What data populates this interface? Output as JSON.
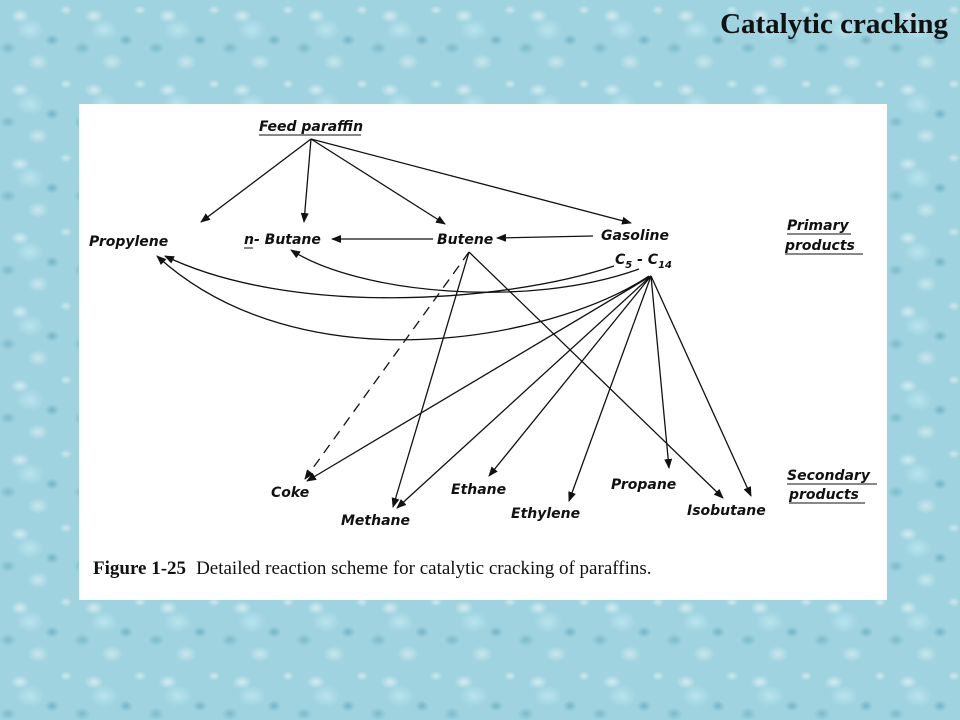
{
  "slide": {
    "title": "Catalytic cracking"
  },
  "figure": {
    "nodes": {
      "feed": "Feed paraffin",
      "propylene": "Propylene",
      "n_butane_prefix": "n",
      "n_butane_rest": "- Butane",
      "butene": "Butene",
      "gasoline": "Gasoline",
      "c_range_c1": "C",
      "c_range_sub1": "5",
      "c_range_dash": " - C",
      "c_range_sub2": "14",
      "coke": "Coke",
      "methane": "Methane",
      "ethane": "Ethane",
      "ethylene": "Ethylene",
      "propane": "Propane",
      "isobutane": "Isobutane"
    },
    "labels": {
      "primary_1": "Primary",
      "primary_2": "products",
      "secondary_1": "Secondary",
      "secondary_2": "products"
    },
    "caption": {
      "number": "Figure 1-25",
      "text": "Detailed reaction scheme for catalytic cracking of paraffins."
    }
  }
}
